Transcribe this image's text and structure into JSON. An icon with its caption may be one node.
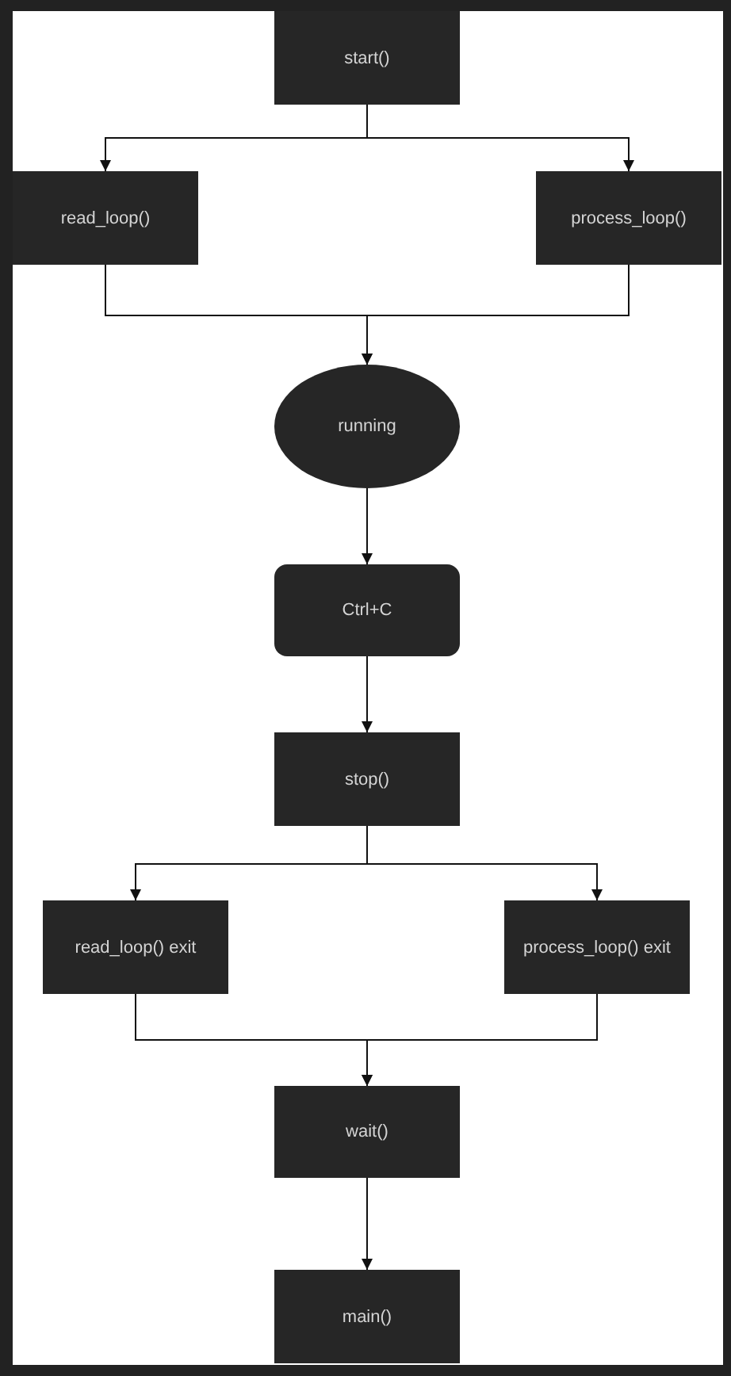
{
  "diagram": {
    "nodes": [
      {
        "text": [
          "start()"
        ]
      },
      {
        "text": [
          "read_loop()"
        ]
      },
      {
        "text": [
          "process_loop()"
        ]
      },
      {
        "text": [
          "running"
        ]
      },
      {
        "text": [
          "Ctrl+C"
        ]
      },
      {
        "text": [
          "stop()"
        ]
      },
      {
        "text": [
          "read_loop() exit"
        ]
      },
      {
        "text": [
          "process_loop() exit"
        ]
      },
      {
        "text": [
          "wait()"
        ]
      },
      {
        "text": [
          "main()"
        ]
      }
    ],
    "edges": [
      {
        "from": 0,
        "to": 1,
        "arrow": "to"
      },
      {
        "from": 0,
        "to": 2,
        "arrow": "to"
      },
      {
        "from": 1,
        "to": 3,
        "arrow": "to"
      },
      {
        "from": 2,
        "to": 3,
        "arrow": "to"
      },
      {
        "from": 3,
        "to": 4,
        "arrow": "to"
      },
      {
        "from": 4,
        "to": 5,
        "arrow": "to"
      },
      {
        "from": 5,
        "to": 6,
        "arrow": "to"
      },
      {
        "from": 5,
        "to": 7,
        "arrow": "to"
      },
      {
        "from": 6,
        "to": 8,
        "arrow": "to"
      },
      {
        "from": 7,
        "to": 8,
        "arrow": "to"
      },
      {
        "from": 8,
        "to": 9,
        "arrow": "to"
      }
    ]
  }
}
